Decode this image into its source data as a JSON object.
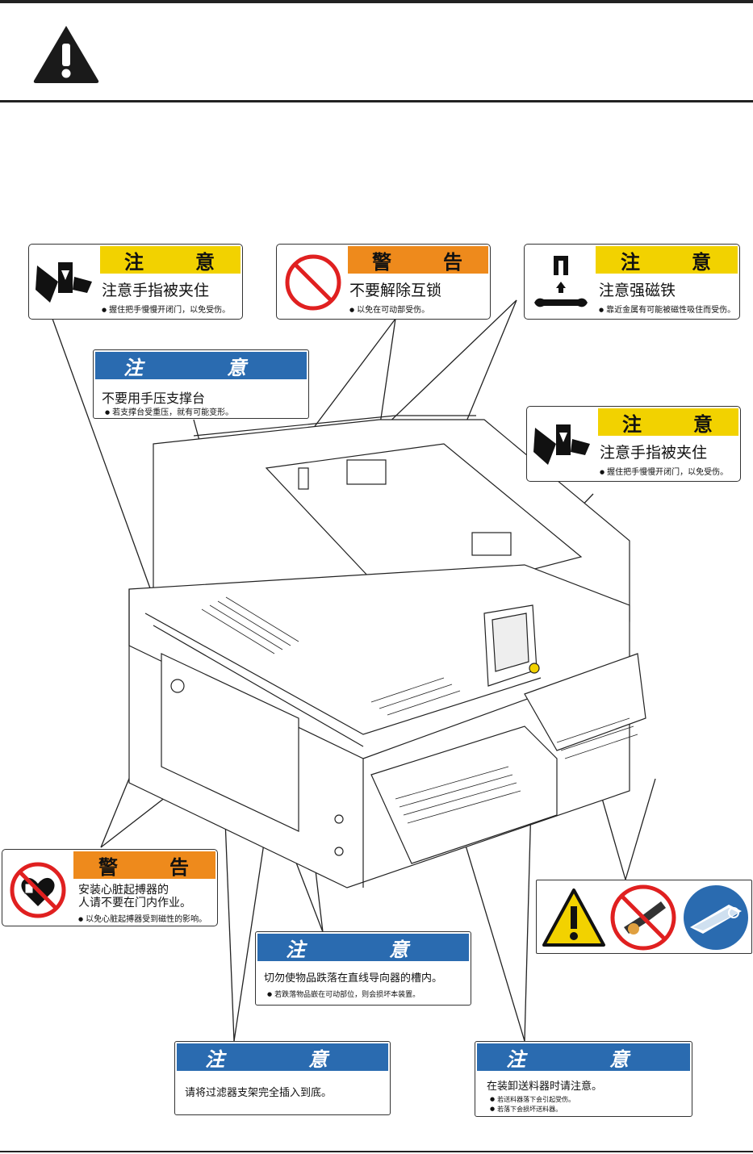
{
  "labels": {
    "l1": {
      "header": "注　意",
      "main": "注意手指被夹住",
      "sub": "握住把手慢慢开闭门，以免受伤。"
    },
    "l2": {
      "header": "警　告",
      "main": "不要解除互锁",
      "sub": "以免在可动部受伤。"
    },
    "l3": {
      "header": "注　意",
      "main": "注意强磁铁",
      "sub": "靠近金属有可能被磁性吸住而受伤。"
    },
    "l4": {
      "header": "注　意",
      "main": "不要用手压支撑台",
      "sub": "若支撑台受重压，就有可能变形。"
    },
    "l5": {
      "header": "注　意",
      "main": "注意手指被夹住",
      "sub": "握住把手慢慢开闭门，以免受伤。"
    },
    "l6": {
      "header": "警　告",
      "main1": "安装心脏起搏器的",
      "main2": "人请不要在门内作业。",
      "sub": "以免心脏起搏器受到磁性的影响。"
    },
    "l7": {
      "header": "注　意",
      "main": "切勿使物品跌落在直线导向器的槽内。",
      "sub": "若跌落物品嵌在可动部位，则会损坏本装置。"
    },
    "l8": {
      "header": "注　意",
      "main": "请将过滤器支架完全插入到底。"
    },
    "l9": {
      "header": "注　意",
      "main": "在装卸送料器时请注意。",
      "sub1": "若送料器落下会引起受伤。",
      "sub2": "若落下会损坏送料器。"
    }
  },
  "icons": [
    "warning-triangle-icon",
    "pinch-hand-icon",
    "prohibition-icon",
    "magnet-icon",
    "pacemaker-prohibited-icon",
    "feeder-drop-prohibited-icon",
    "feeder-handling-icon"
  ],
  "colors": {
    "caution_yellow": "#f2d200",
    "warning_orange": "#ee8a1c",
    "caution_blue": "#2a6bb0",
    "prohibit_red": "#e02020"
  }
}
